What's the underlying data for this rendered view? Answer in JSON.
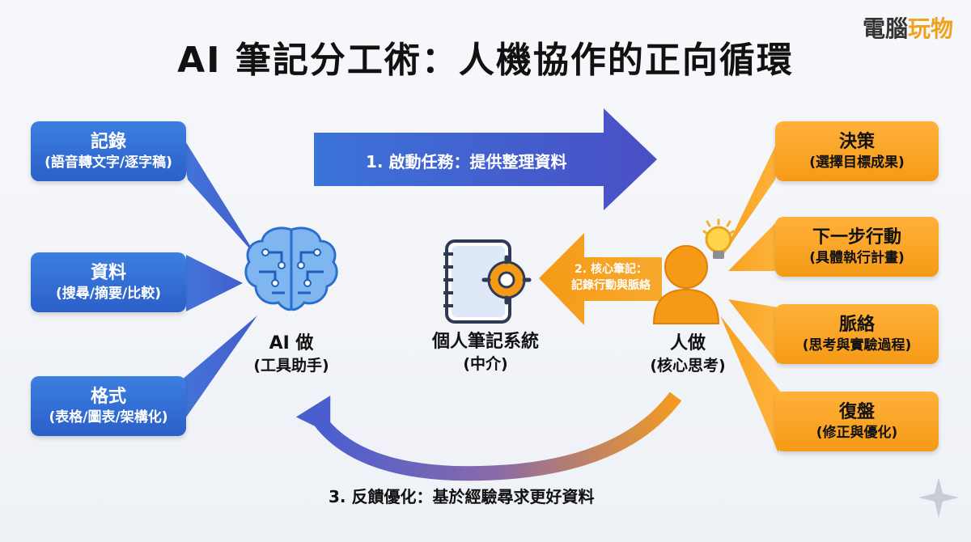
{
  "title": "AI 筆記分工術：人機協作的正向循環",
  "brand": {
    "part1": "電腦",
    "part2": "玩物"
  },
  "left_boxes": [
    {
      "title": "記錄",
      "sub": "(語音轉文字/逐字稿)"
    },
    {
      "title": "資料",
      "sub": "(搜尋/摘要/比較)"
    },
    {
      "title": "格式",
      "sub": "(表格/圖表/架構化)"
    }
  ],
  "right_boxes": [
    {
      "title": "決策",
      "sub": "(選擇目標成果)"
    },
    {
      "title": "下一步行動",
      "sub": "(具體執行計畫)"
    },
    {
      "title": "脈絡",
      "sub": "(思考與實驗過程)"
    },
    {
      "title": "復盤",
      "sub": "(修正與優化)"
    }
  ],
  "nodes": {
    "ai": {
      "line1": "AI 做",
      "line2": "(工具助手)"
    },
    "notes": {
      "line1": "個人筆記系統",
      "line2": "(中介)"
    },
    "human": {
      "line1": "人做",
      "line2": "(核心思考)"
    }
  },
  "arrows": {
    "step1": "1. 啟動任務：提供整理資料",
    "step2_line1": "2. 核心筆記：",
    "step2_line2": "記錄行動與脈絡",
    "step3": "3. 反饋優化：基於經驗尋求更好資料"
  },
  "colors": {
    "blue": "#2b5fc9",
    "orange": "#f59a16",
    "purple": "#6a5fc8"
  },
  "icons": {
    "ai": "brain-icon",
    "notes": "notebook-gear-icon",
    "human": "person-icon",
    "idea": "lightbulb-icon"
  }
}
